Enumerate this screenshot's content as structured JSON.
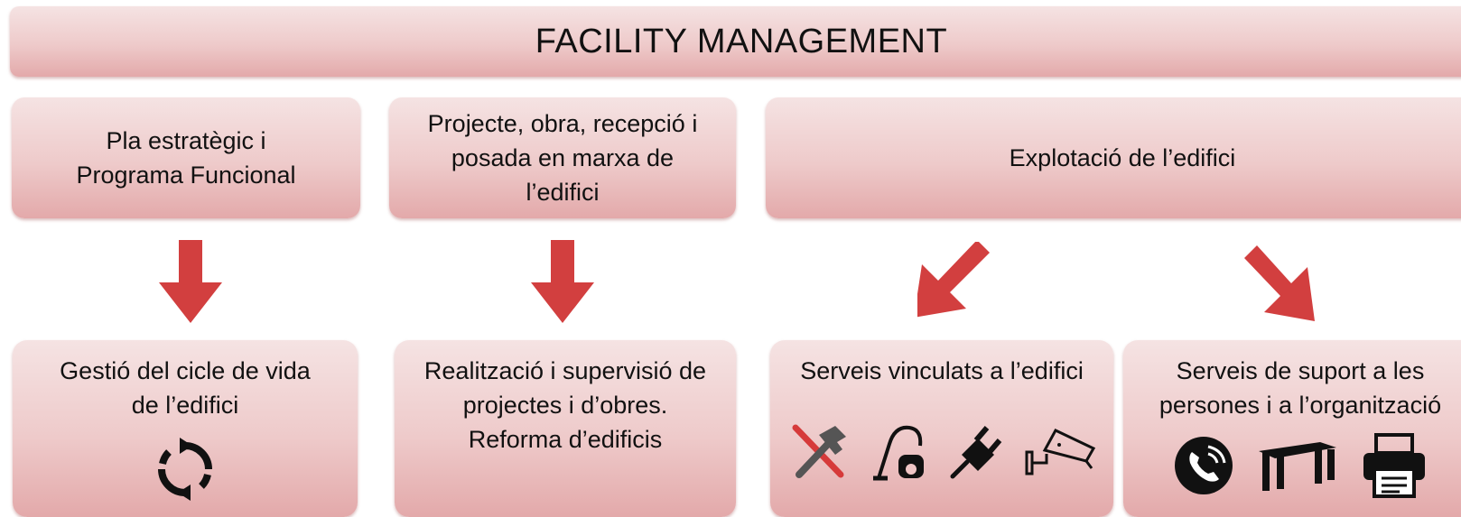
{
  "title": "FACILITY MANAGEMENT",
  "phases": [
    {
      "label": "Pla estratègic i\nPrograma Funcional"
    },
    {
      "label": "Projecte, obra, recepció i\nposada en marxa de\nl’edifici"
    },
    {
      "label": "Explotació de l’edifici"
    }
  ],
  "results": [
    {
      "label": "Gestió del cicle de vida\nde l’edifici",
      "icons": [
        "cycle-icon"
      ]
    },
    {
      "label": "Realització i supervisió de\nprojectes i d’obres.\nReforma d’edificis",
      "icons": []
    },
    {
      "label": "Serveis vinculats a l’edifici",
      "icons": [
        "tools-icon",
        "vacuum-cleaner-icon",
        "power-plug-icon",
        "security-camera-icon"
      ]
    },
    {
      "label": "Serveis de suport a les\npersones i a l’organització",
      "icons": [
        "phone-icon",
        "table-icon",
        "printer-icon"
      ]
    }
  ],
  "colors": {
    "box_top": "#f5e3e3",
    "box_bottom": "#e3a9aa",
    "arrow": "#d23f3f",
    "icon_red": "#d63a3a",
    "icon_dark": "#111111"
  }
}
